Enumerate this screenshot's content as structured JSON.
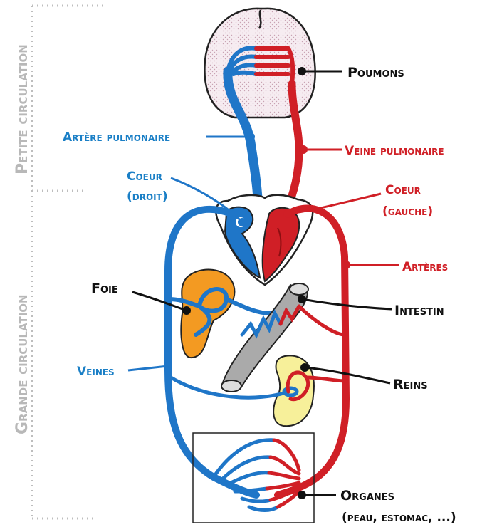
{
  "colors": {
    "artery": "#d01f26",
    "vein": "#1f76c8",
    "label_blue": "#1a7fc6",
    "label_red": "#d01f26",
    "label_black": "#111111",
    "side_label": "#b8b8b8",
    "lungs_fill": "#f4e8ee",
    "liver_fill": "#f39a22",
    "intestine_fill": "#aaaaaa",
    "kidney_fill": "#f7f09a",
    "heart_fill": "#ffffff"
  },
  "side_labels": {
    "petite": "Petite circulation",
    "grande": "Grande circulation"
  },
  "labels": {
    "poumons": "Poumons",
    "artere_pulmonaire": "Artère pulmonaire",
    "veine_pulmonaire": "Veine pulmonaire",
    "coeur_droit_1": "Coeur",
    "coeur_droit_2": "(droit)",
    "coeur_gauche_1": "Coeur",
    "coeur_gauche_2": "(gauche)",
    "arteres": "Artères",
    "foie": "Foie",
    "intestin": "Intestin",
    "veines": "Veines",
    "reins": "Reins",
    "organes_1": "Organes",
    "organes_2": "(peau, estomac, ...)"
  },
  "icons": {
    "lungs": "lungs-icon",
    "heart": "heart-icon",
    "liver": "liver-icon",
    "intestine": "intestine-icon",
    "kidney": "kidney-icon",
    "organs": "organs-box"
  }
}
